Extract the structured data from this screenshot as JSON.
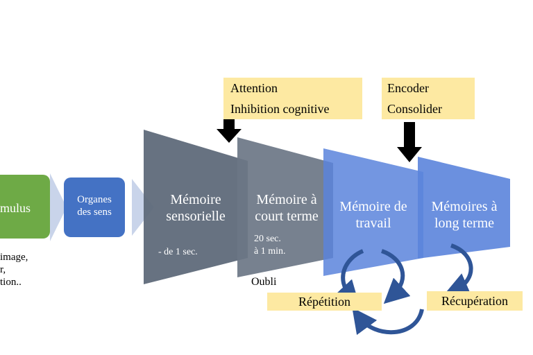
{
  "stimulus": {
    "label": "mulus",
    "examples": [
      "image,",
      "r,",
      "tion.."
    ]
  },
  "senses": {
    "line1": "Organes",
    "line2": "des sens"
  },
  "stages": [
    {
      "line1": "Mémoire",
      "line2": "sensorielle",
      "duration1": "- de 1 sec.",
      "duration2": ""
    },
    {
      "line1": "Mémoire à",
      "line2": "court terme",
      "duration1": "20 sec.",
      "duration2": "à 1 min."
    },
    {
      "line1": "Mémoire de",
      "line2": "travail",
      "duration1": "",
      "duration2": ""
    },
    {
      "line1": "Mémoires à",
      "line2": "long terme",
      "duration1": "",
      "duration2": ""
    }
  ],
  "attention_box": {
    "line1": "Attention",
    "line2": "Inhibition cognitive"
  },
  "encode_box": {
    "line1": "Encoder",
    "line2": "Consolider"
  },
  "forget_label": "Oubli",
  "repetition_label": "Répétition",
  "retrieval_label": "Récupération",
  "colors": {
    "stimulus_green": "#6eaa46",
    "senses_blue": "#4472c4",
    "grey_stage": "#5f6a7a",
    "blue_stage": "#5b84dc",
    "arrow_light": "#c9d4ea",
    "curve_blue": "#2f5597",
    "label_yellow": "#fde9a2"
  }
}
